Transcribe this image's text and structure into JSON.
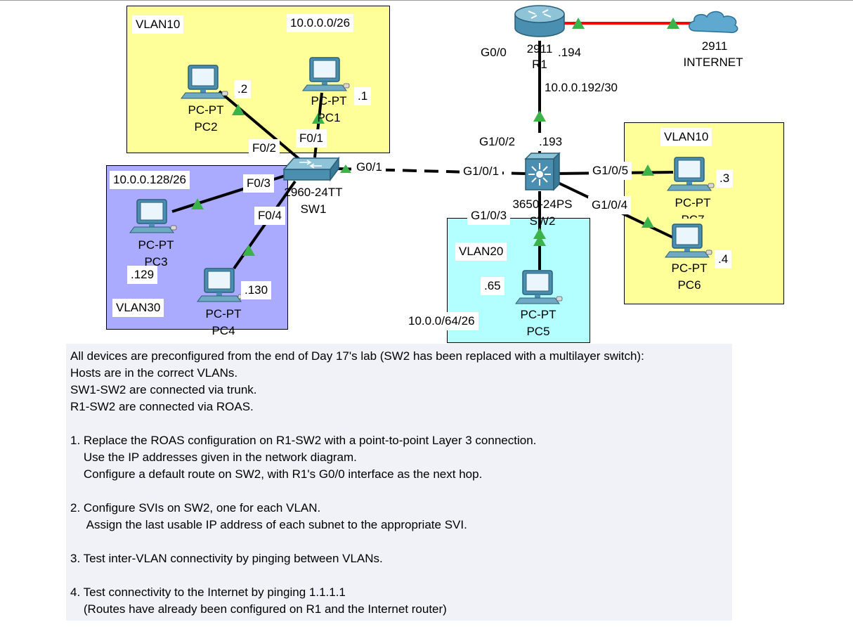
{
  "zones": [
    {
      "id": "vlan10-left",
      "color": "yellow",
      "name": "VLAN10",
      "subnet": "10.0.0.0/26"
    },
    {
      "id": "vlan30",
      "color": "purple",
      "name": "VLAN30",
      "subnet": "10.0.0.128/26"
    },
    {
      "id": "vlan20",
      "color": "cyan",
      "name": "VLAN20",
      "subnet": "10.0.0/64/26"
    },
    {
      "id": "vlan10-right",
      "color": "yellow",
      "name": "VLAN10"
    }
  ],
  "devices": {
    "pc1": {
      "model": "PC-PT",
      "name": "PC1",
      "ip": ".1"
    },
    "pc2": {
      "model": "PC-PT",
      "name": "PC2",
      "ip": ".2"
    },
    "pc3": {
      "model": "PC-PT",
      "name": "PC3",
      "ip": ".129"
    },
    "pc4": {
      "model": "PC-PT",
      "name": "PC4",
      "ip": ".130"
    },
    "pc5": {
      "model": "PC-PT",
      "name": "PC5",
      "ip": ".65"
    },
    "pc6": {
      "model": "PC-PT",
      "name": "PC6",
      "ip": ".4"
    },
    "pc7": {
      "model": "PC-PT",
      "name": "PC7",
      "ip": ".3"
    },
    "sw1": {
      "model": "2960-24TT",
      "name": "SW1"
    },
    "sw2": {
      "model": "3650-24PS",
      "name": "SW2",
      "ip": ".193"
    },
    "r1": {
      "model": "2911",
      "name": "R1",
      "ip": ".194",
      "port": "G0/0"
    },
    "internet": {
      "model": "2911",
      "name": "INTERNET"
    }
  },
  "ports": {
    "sw1_f01": "F0/1",
    "sw1_f02": "F0/2",
    "sw1_f03": "F0/3",
    "sw1_f04": "F0/4",
    "sw1_g01": "G0/1",
    "sw2_g101": "G1/0/1",
    "sw2_g102": "G1/0/2",
    "sw2_g103": "G1/0/3",
    "sw2_g104": "G1/0/4",
    "sw2_g105": "G1/0/5"
  },
  "link_subnet": "10.0.0.192/30",
  "colors": {
    "link": "#000000",
    "wan_link": "#ff0000",
    "link_light": "#3cb34a",
    "device": "#4a8fb0"
  },
  "instructions": [
    "All devices are preconfigured from the end of Day 17's lab (SW2 has been replaced with a multilayer switch):",
    "Hosts are in the correct VLANs.",
    "SW1-SW2 are connected via trunk.",
    "R1-SW2 are connected via ROAS.",
    "",
    "1. Replace the ROAS configuration on R1-SW2 with a point-to-point Layer 3 connection.",
    "    Use the IP addresses given in the network diagram.",
    "    Configure a default route on SW2, with R1's G0/0 interface as the next hop.",
    "",
    "2. Configure SVIs on SW2, one for each VLAN.",
    "     Assign the last usable IP address of each subnet to the appropriate SVI.",
    "",
    "3. Test inter-VLAN connectivity by pinging between VLANs.",
    "",
    "4. Test connectivity to the Internet by pinging 1.1.1.1",
    "    (Routes have already been configured on R1 and the Internet router)"
  ]
}
